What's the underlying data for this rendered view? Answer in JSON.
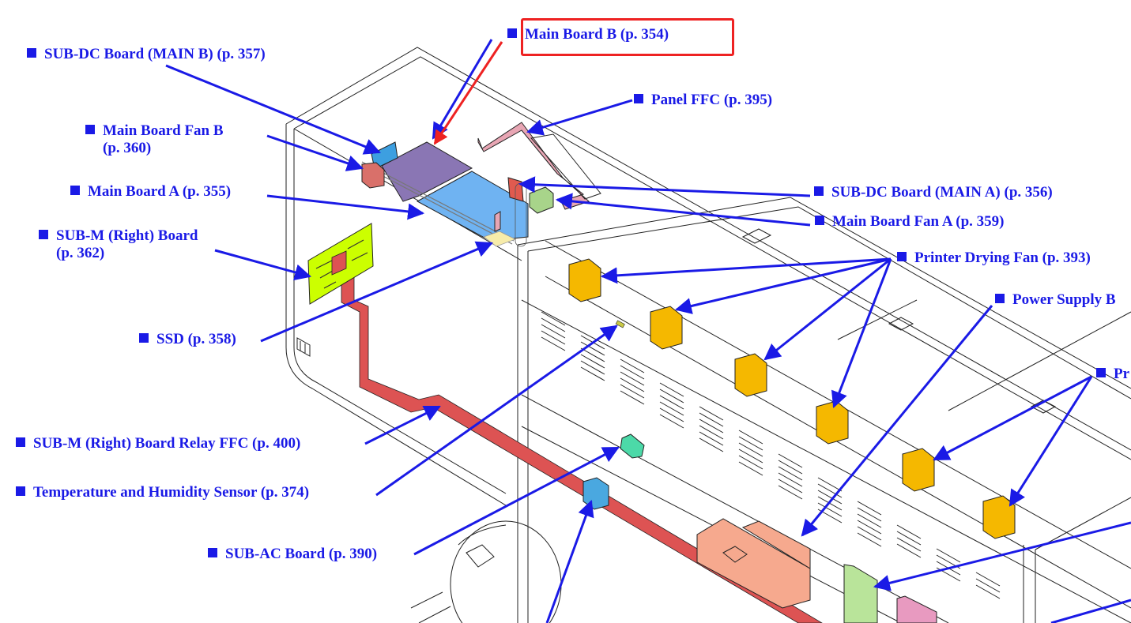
{
  "diagram": {
    "title_highlight": "Main Board B (p. 354)",
    "colors": {
      "label": "#1a1ae6",
      "highlight": "#ee2222",
      "main_board_b": "#8a76b4",
      "main_board_a": "#6fb3f2",
      "sub_dc_board_main_b": "#3d9fe0",
      "main_board_fan_b": "#d9706a",
      "sub_dc_board_main_a": "#e05a4f",
      "main_board_fan_a": "#a8d48a",
      "panel_ffc": "#e8a6b4",
      "sub_m_right_board": "#ccff00",
      "relay_ffc": "#dd5353",
      "ssd": "#f7ecaa",
      "drying_fan": "#f5b800",
      "power_supply": "#f6a98e",
      "sensor": "#4cd9a8",
      "sub_ac_fan": "#4aa8e0",
      "green_board": "#b9e49a",
      "pink_board": "#e89ac0"
    },
    "labels": [
      {
        "id": "sub-dc-board-main-b",
        "text": "SUB-DC Board (MAIN B) (p. 357)"
      },
      {
        "id": "main-board-b",
        "text": "Main Board B (p. 354)"
      },
      {
        "id": "panel-ffc",
        "text": "Panel FFC (p. 395)"
      },
      {
        "id": "main-board-fan-b",
        "line1": "Main Board Fan B",
        "line2": "(p. 360)"
      },
      {
        "id": "main-board-a",
        "text": "Main Board A (p. 355)"
      },
      {
        "id": "sub-dc-board-main-a",
        "text": "SUB-DC Board (MAIN A) (p. 356)"
      },
      {
        "id": "main-board-fan-a",
        "text": "Main Board Fan A (p. 359)"
      },
      {
        "id": "sub-m-right-board",
        "line1": "SUB-M (Right) Board",
        "line2": "(p. 362)"
      },
      {
        "id": "printer-drying-fan",
        "text": "Printer Drying Fan (p. 393)"
      },
      {
        "id": "power-supply",
        "text": "Power Supply B"
      },
      {
        "id": "ssd",
        "text": "SSD (p. 358)"
      },
      {
        "id": "pr-truncated",
        "text": "Pr"
      },
      {
        "id": "sub-m-relay-ffc",
        "text": "SUB-M (Right) Board Relay FFC (p. 400)"
      },
      {
        "id": "temp-humidity-sensor",
        "text": "Temperature and Humidity Sensor (p. 374)"
      },
      {
        "id": "sub-ac-board",
        "text": "SUB-AC Board (p. 390)"
      }
    ]
  }
}
